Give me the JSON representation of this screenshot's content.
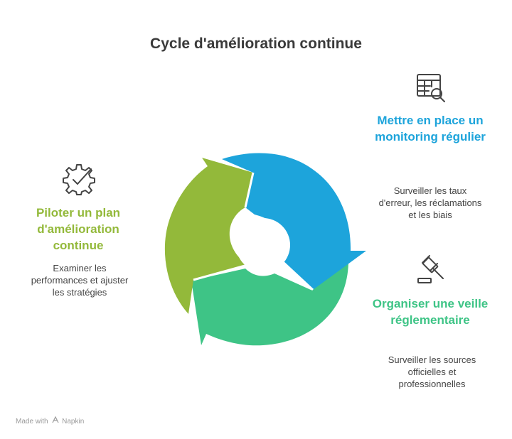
{
  "title": "Cycle d'amélioration continue",
  "colors": {
    "blue": "#1DA4DB",
    "green": "#3EC486",
    "olive": "#93B93A",
    "icon_stroke": "#444444"
  },
  "stages": {
    "monitoring": {
      "title": "Mettre en place un monitoring régulier",
      "description": "Surveiller les taux d'erreur, les réclamations et les biais",
      "icon": "table-search-icon"
    },
    "veille": {
      "title": "Organiser une veille réglementaire",
      "description": "Surveiller les sources officielles et professionnelles",
      "icon": "gavel-icon"
    },
    "pilotage": {
      "title": "Piloter un plan d'amélioration continue",
      "description": "Examiner les performances et ajuster les stratégies",
      "icon": "gear-check-icon"
    }
  },
  "footer": {
    "made_with": "Made with",
    "brand": "Napkin"
  }
}
